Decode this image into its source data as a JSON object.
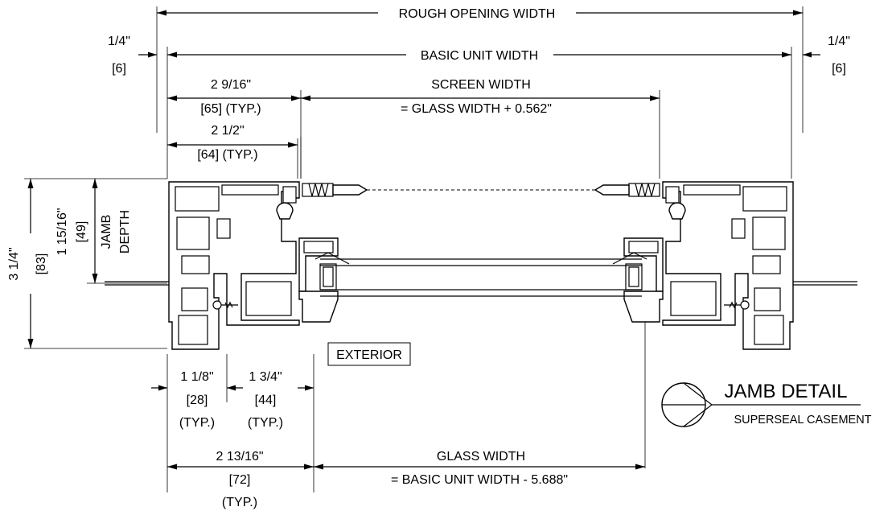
{
  "dimensions": {
    "rough_opening_width": "ROUGH OPENING WIDTH",
    "basic_unit_width": "BASIC UNIT WIDTH",
    "left_gap": [
      "1/4\"",
      "[6]"
    ],
    "right_gap": [
      "1/4\"",
      "[6]"
    ],
    "screen_offset": [
      "2 9/16\"",
      "[65] (TYP.)"
    ],
    "screen_width": [
      "SCREEN WIDTH",
      "= GLASS WIDTH + 0.562\""
    ],
    "sash_offset": [
      "2 1/2\"",
      "[64] (TYP.)"
    ],
    "overall_depth": [
      "3 1/4\"",
      "[83]"
    ],
    "jamb_depth": [
      "1 15/16\"",
      "[49]",
      "JAMB",
      "DEPTH"
    ],
    "frame_width": [
      "1 1/8\"",
      "[28]",
      "(TYP.)"
    ],
    "sash_width": [
      "1 3/4\"",
      "[44]",
      "(TYP.)"
    ],
    "glass_offset": [
      "2 13/16\"",
      "[72]",
      "(TYP.)"
    ],
    "glass_width": [
      "GLASS WIDTH",
      "= BASIC UNIT WIDTH - 5.688\""
    ]
  },
  "labels": {
    "exterior": "EXTERIOR"
  },
  "title": {
    "main": "JAMB DETAIL",
    "sub": "SUPERSEAL CASEMENT"
  }
}
